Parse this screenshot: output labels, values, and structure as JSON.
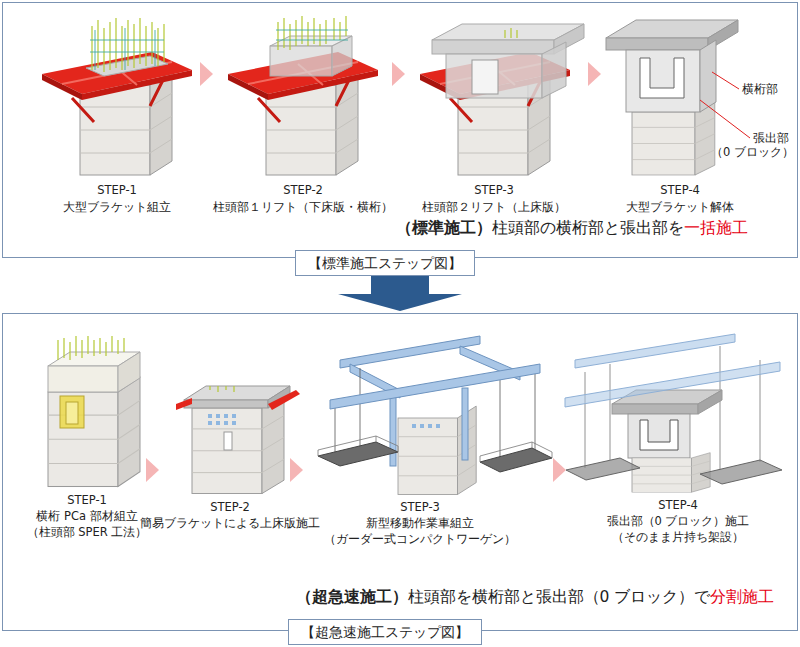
{
  "diagram": {
    "nodes": [
      {
        "text": [
          "（標準施工）",
          "柱頭部の横桁部と張出部を",
          "一括施工"
        ]
      },
      {
        "text": [
          "【標準施工ステップ図】"
        ]
      },
      {
        "text": [
          "（超急速施工）",
          "柱頭部を横桁部と張出部（0 ブロック）で",
          "分割施工"
        ]
      },
      {
        "text": [
          "【超急速施工ステップ図】"
        ]
      }
    ],
    "edges": [
      {
        "from": 0,
        "to": 2,
        "arrow": "to"
      }
    ],
    "labels": [
      "STEP-1",
      "大型ブラケット組立",
      "STEP-2",
      "柱頭部１リフト（下床版・横桁）",
      "STEP-3",
      "柱頭部２リフト（上床版）",
      "STEP-4",
      "大型ブラケット解体",
      "横桁部",
      "張出部",
      "（0 ブロック）",
      "STEP-1",
      "横桁 PCa 部材組立",
      "（柱頭部 SPER 工法）",
      "STEP-2",
      "簡易ブラケットによる上床版施工",
      "STEP-3",
      "新型移動作業車組立",
      "（ガーダー式コンパクトワーゲン）",
      "STEP-4",
      "張出部（0 ブロック）施工",
      "（そのまま片持ち架設）"
    ]
  }
}
